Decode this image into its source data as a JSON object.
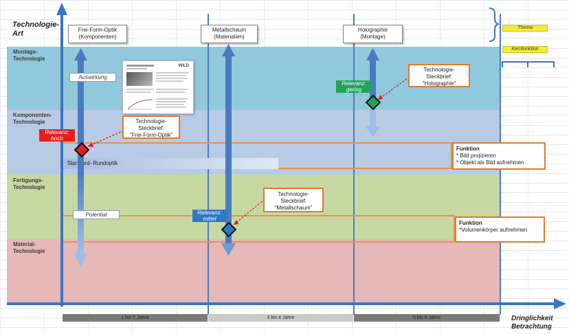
{
  "y_axis_title": "Technologie-\nArt",
  "x_axis_title": "Dringlichkeit\nBetrachtung",
  "bands": [
    {
      "label": "Montage-\nTechnologie",
      "color": "#92c8db"
    },
    {
      "label": "Komponenten-\nTechnologie",
      "color": "#b8cbe5"
    },
    {
      "label": "Fertigungs-\nTechnologie",
      "color": "#c6d9a3"
    },
    {
      "label": "Material-\nTechnologie",
      "color": "#e7b8b8"
    }
  ],
  "columns": [
    {
      "title": "Frei-Form-Optik\n(Komponenten)"
    },
    {
      "title": "Metallschaum\n(Materialien)"
    },
    {
      "title": "Holographie\n(Montage)"
    }
  ],
  "time_segments": [
    {
      "label": "1 bis 2 Jahre",
      "color": "#7a7a7a"
    },
    {
      "label": "3 bis 4 Jahre",
      "color": "#c9c9c9"
    },
    {
      "label": "5 bis 6 Jahre",
      "color": "#7a7a7a"
    }
  ],
  "legend": {
    "thema": "Thema",
    "kernfunktion": "Kernfunktion"
  },
  "labels": {
    "auswirkung": "Auswirkung",
    "potential": "Potential",
    "standard_rundoptik": "Standard- Rundoptik"
  },
  "relevance": [
    {
      "text": "Relevanz:\nhoch",
      "color": "#e81e1e"
    },
    {
      "text": "Relevanz:\nmittel",
      "color": "#2e78c4"
    },
    {
      "text": "Relevanz:\ngering",
      "color": "#22a35a"
    }
  ],
  "steckbriefe": [
    {
      "text": "Technologie-\nSteckbrief:\n\"Frei-Form-Optik\""
    },
    {
      "text": "Technologie-\nSteckbrief:\n\"Metallschaum\""
    },
    {
      "text": "Technologie-\nSteckbrief:\n\"Holographie\""
    }
  ],
  "functions": [
    {
      "title": "Funktion",
      "lines": [
        "* Bild projizieren",
        "* Objekt als Bild aufnehmen"
      ]
    },
    {
      "title": "Funktion",
      "lines": [
        "*Volumenkörper aufnehmen"
      ]
    }
  ],
  "thumbnail": {
    "brand": "WILD"
  }
}
